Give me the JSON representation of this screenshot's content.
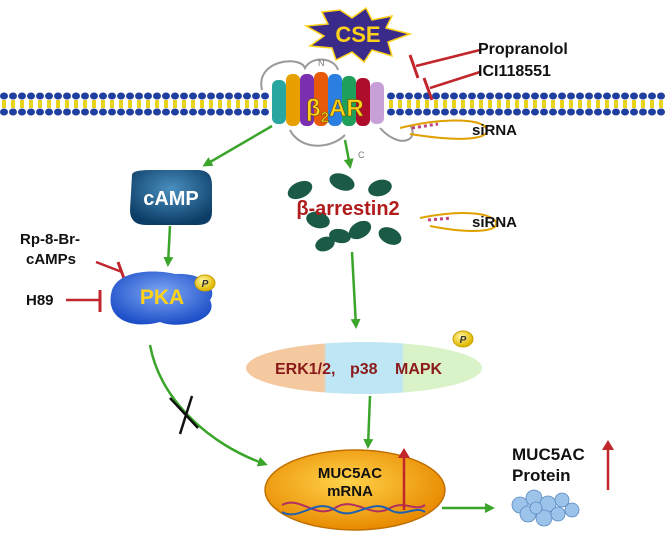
{
  "stimulus": {
    "label": "CSE"
  },
  "inhibitors": {
    "receptor": [
      "Propranolol",
      "ICI118551"
    ],
    "pka": [
      "Rp-8-Br-",
      "cAMPs",
      "H89"
    ]
  },
  "receptor": {
    "label_beta": "β",
    "label_sub": "2",
    "label_rest": "AR",
    "n_term": "N",
    "c_term": "C"
  },
  "sirna": {
    "receptor": "siRNA",
    "arrestin": "siRNA"
  },
  "camp": {
    "label": "cAMP"
  },
  "arrestin": {
    "label": "β-arrestin2"
  },
  "pka": {
    "label": "PKA"
  },
  "phospho": {
    "label": "P"
  },
  "mapk": {
    "part1": "ERK1/2,",
    "part2": "p38",
    "part3": "MAPK"
  },
  "mrna": {
    "line1": "MUC5AC",
    "line2": "mRNA"
  },
  "protein": {
    "line1": "MUC5AC",
    "line2": "Protein"
  },
  "colors": {
    "arrow_green": "#3aa52a",
    "inhibit_red": "#c0262c",
    "membrane_blue": "#1f3fa0",
    "membrane_yellow": "#e8d21a",
    "cse_fill": "#3a2a8a",
    "cse_text": "#ffd21a",
    "arrestin_text": "#b01c1c",
    "mapk_text": "#8b1a1a",
    "nucleus": "#f0a000"
  }
}
